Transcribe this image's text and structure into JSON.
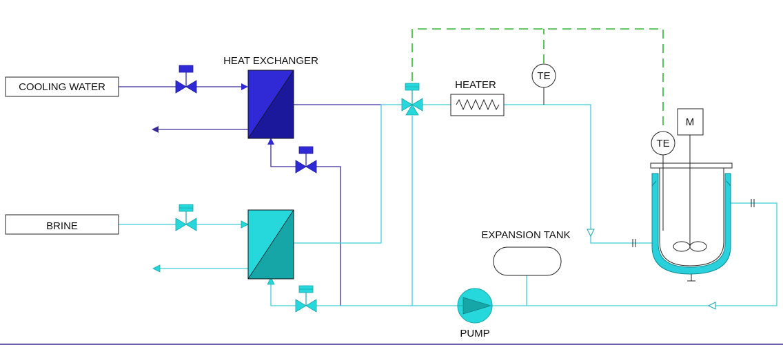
{
  "labels": {
    "cooling_water": "COOLING WATER",
    "brine": "BRINE",
    "heat_exchanger": "HEAT EXCHANGER",
    "heater": "HEATER",
    "expansion_tank": "EXPANSION TANK",
    "pump": "PUMP",
    "te_top": "TE",
    "te_reactor": "TE",
    "motor": "M"
  },
  "colors": {
    "cooling_line": "#3b2a9c",
    "brine_line": "#3ecfd8",
    "control_signal": "#32b832",
    "heat_exchanger_blue": "#2f2ad6",
    "heat_exchanger_blue_dark": "#1c189c",
    "exchanger_cyan": "#26d8dc",
    "exchanger_cyan_dark": "#17a6a8",
    "jacket": "#2ad0dc"
  }
}
